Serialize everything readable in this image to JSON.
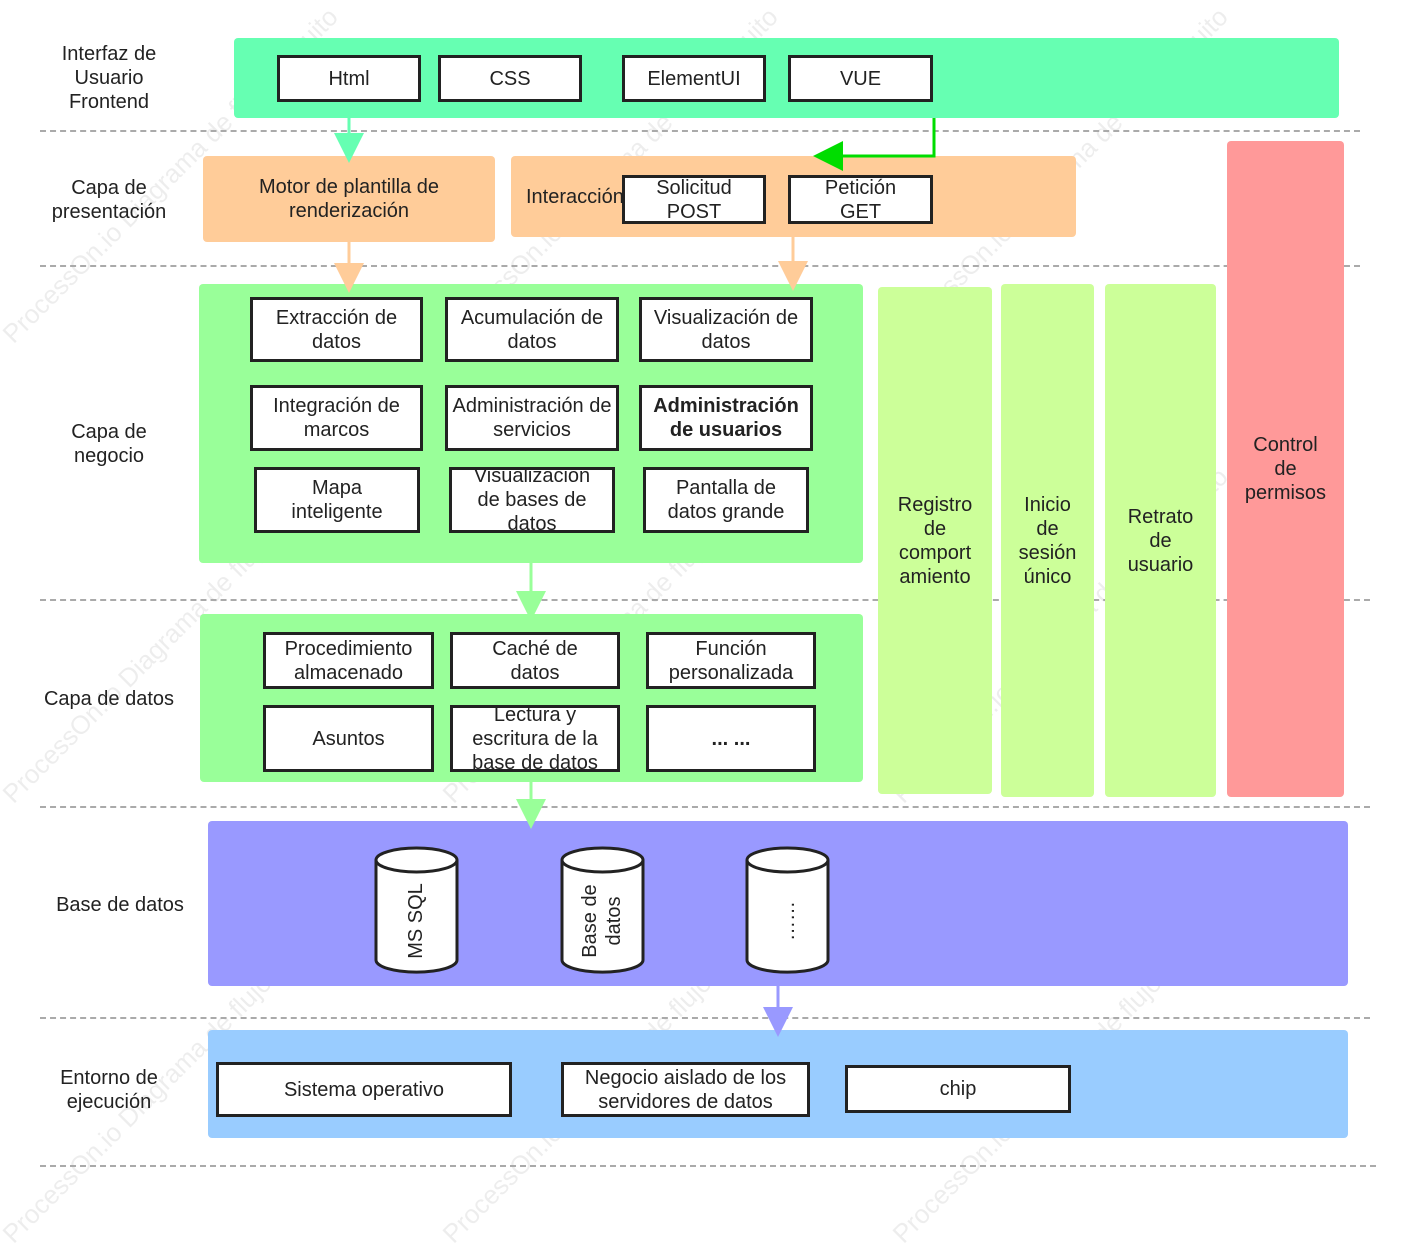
{
  "layers": {
    "frontend": "Interfaz de\nUsuario\nFrontend",
    "presentation": "Capa de\npresentación",
    "business": "Capa de\nnegocio",
    "data": "Capa de datos",
    "database": "Base de datos",
    "runtime": "Entorno de\nejecución"
  },
  "frontend": {
    "items": [
      "Html",
      "CSS",
      "ElementUI",
      "VUE"
    ]
  },
  "presentation": {
    "engine": "Motor de plantilla de renderización",
    "interaction_label": "Interacción",
    "post": "Solicitud POST",
    "get": "Petición GET"
  },
  "business": {
    "items": [
      "Extracción de datos",
      "Acumulación de datos",
      "Visualización de datos",
      "Integración de marcos",
      "Administración de servicios",
      "Administración de usuarios",
      "Mapa inteligente",
      "Visualización de bases de datos",
      "Pantalla de datos grande"
    ]
  },
  "data": {
    "items": [
      "Procedimiento almacenado",
      "Caché de datos",
      "Función personalizada",
      "Asuntos",
      "Lectura y escritura de la base de datos",
      "... ..."
    ]
  },
  "side": {
    "behavior": "Registro de comport amiento",
    "sso": "Inicio de sesión único",
    "portrait": "Retrato de usuario",
    "permissions": "Control de permisos"
  },
  "database": {
    "items": [
      "MS SQL",
      "Base de datos",
      "……"
    ]
  },
  "runtime": {
    "items": [
      "Sistema operativo",
      "Negocio aislado de los servidores de datos",
      "chip"
    ]
  },
  "watermark": "ProcessOn.io Diagrama de flujo gratuito",
  "colors": {
    "frontend": "#66ffb2",
    "presentation": "#ffcc99",
    "business": "#99ff99",
    "side_green": "#ccff99",
    "permissions": "#ff9999",
    "database": "#9999ff",
    "runtime": "#99ccff"
  }
}
